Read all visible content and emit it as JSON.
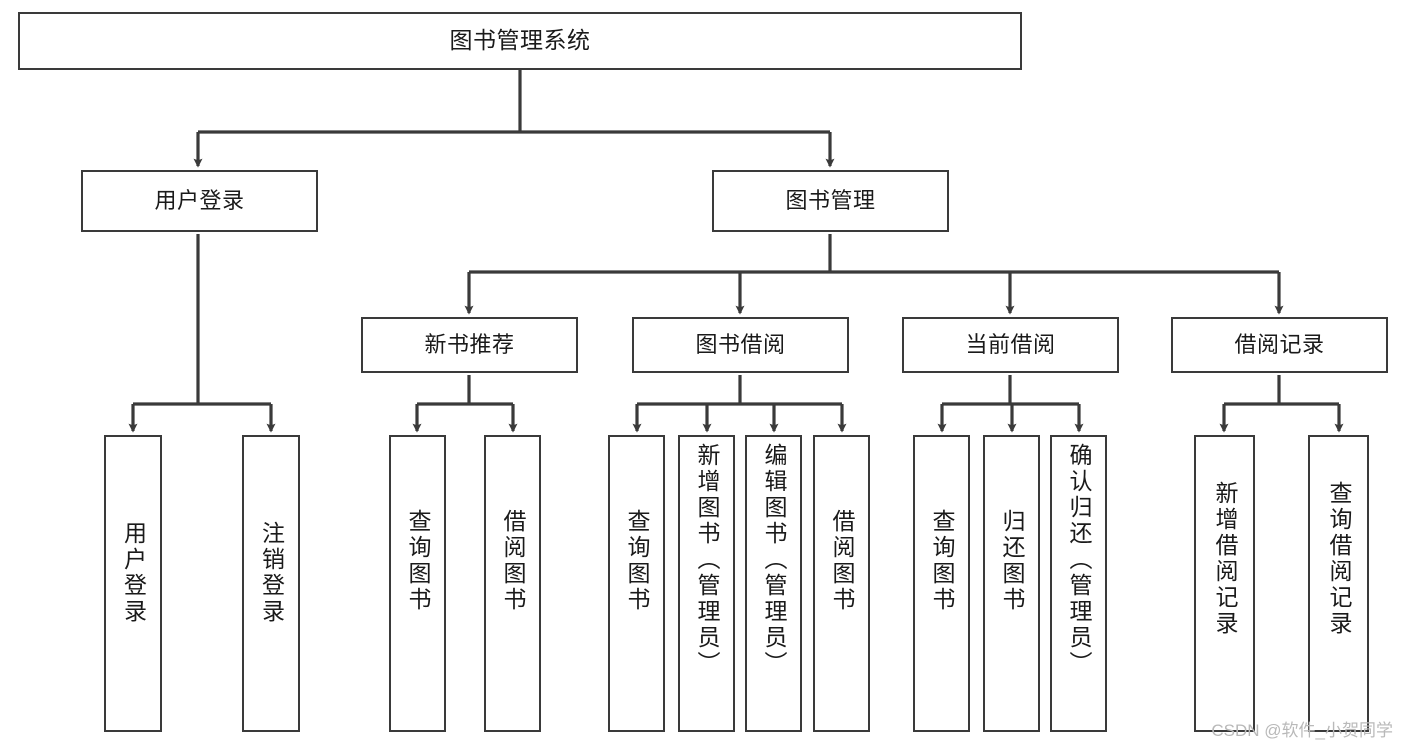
{
  "diagram": {
    "title": "图书管理系统",
    "type": "tree-hierarchy-chart",
    "orientation": "top-down",
    "box_border_color": "#3a3a3a",
    "box_fill_color": "#ffffff",
    "edge_color": "#3a3a3a",
    "text_color": "#1a1a1a"
  },
  "nodes": {
    "root": {
      "label": "图书管理系统"
    },
    "level2": [
      {
        "label": "用户登录"
      },
      {
        "label": "图书管理"
      }
    ],
    "level3": [
      {
        "label": "新书推荐"
      },
      {
        "label": "图书借阅"
      },
      {
        "label": "当前借阅"
      },
      {
        "label": "借阅记录"
      }
    ],
    "leaves": {
      "user_login": [
        {
          "label": "用户登录"
        },
        {
          "label": "注销登录"
        }
      ],
      "new_book_recommend": [
        {
          "label": "查询图书"
        },
        {
          "label": "借阅图书"
        }
      ],
      "book_borrow": [
        {
          "label": "查询图书"
        },
        {
          "label": "新增图书（管理员）"
        },
        {
          "label": "编辑图书（管理员）"
        },
        {
          "label": "借阅图书"
        }
      ],
      "current_borrow": [
        {
          "label": "查询图书"
        },
        {
          "label": "归还图书"
        },
        {
          "label": "确认归还（管理员）"
        }
      ],
      "borrow_record": [
        {
          "label": "新增借阅记录"
        },
        {
          "label": "查询借阅记录"
        }
      ]
    }
  },
  "watermark": {
    "text": "CSDN @软件_小贺同学"
  }
}
